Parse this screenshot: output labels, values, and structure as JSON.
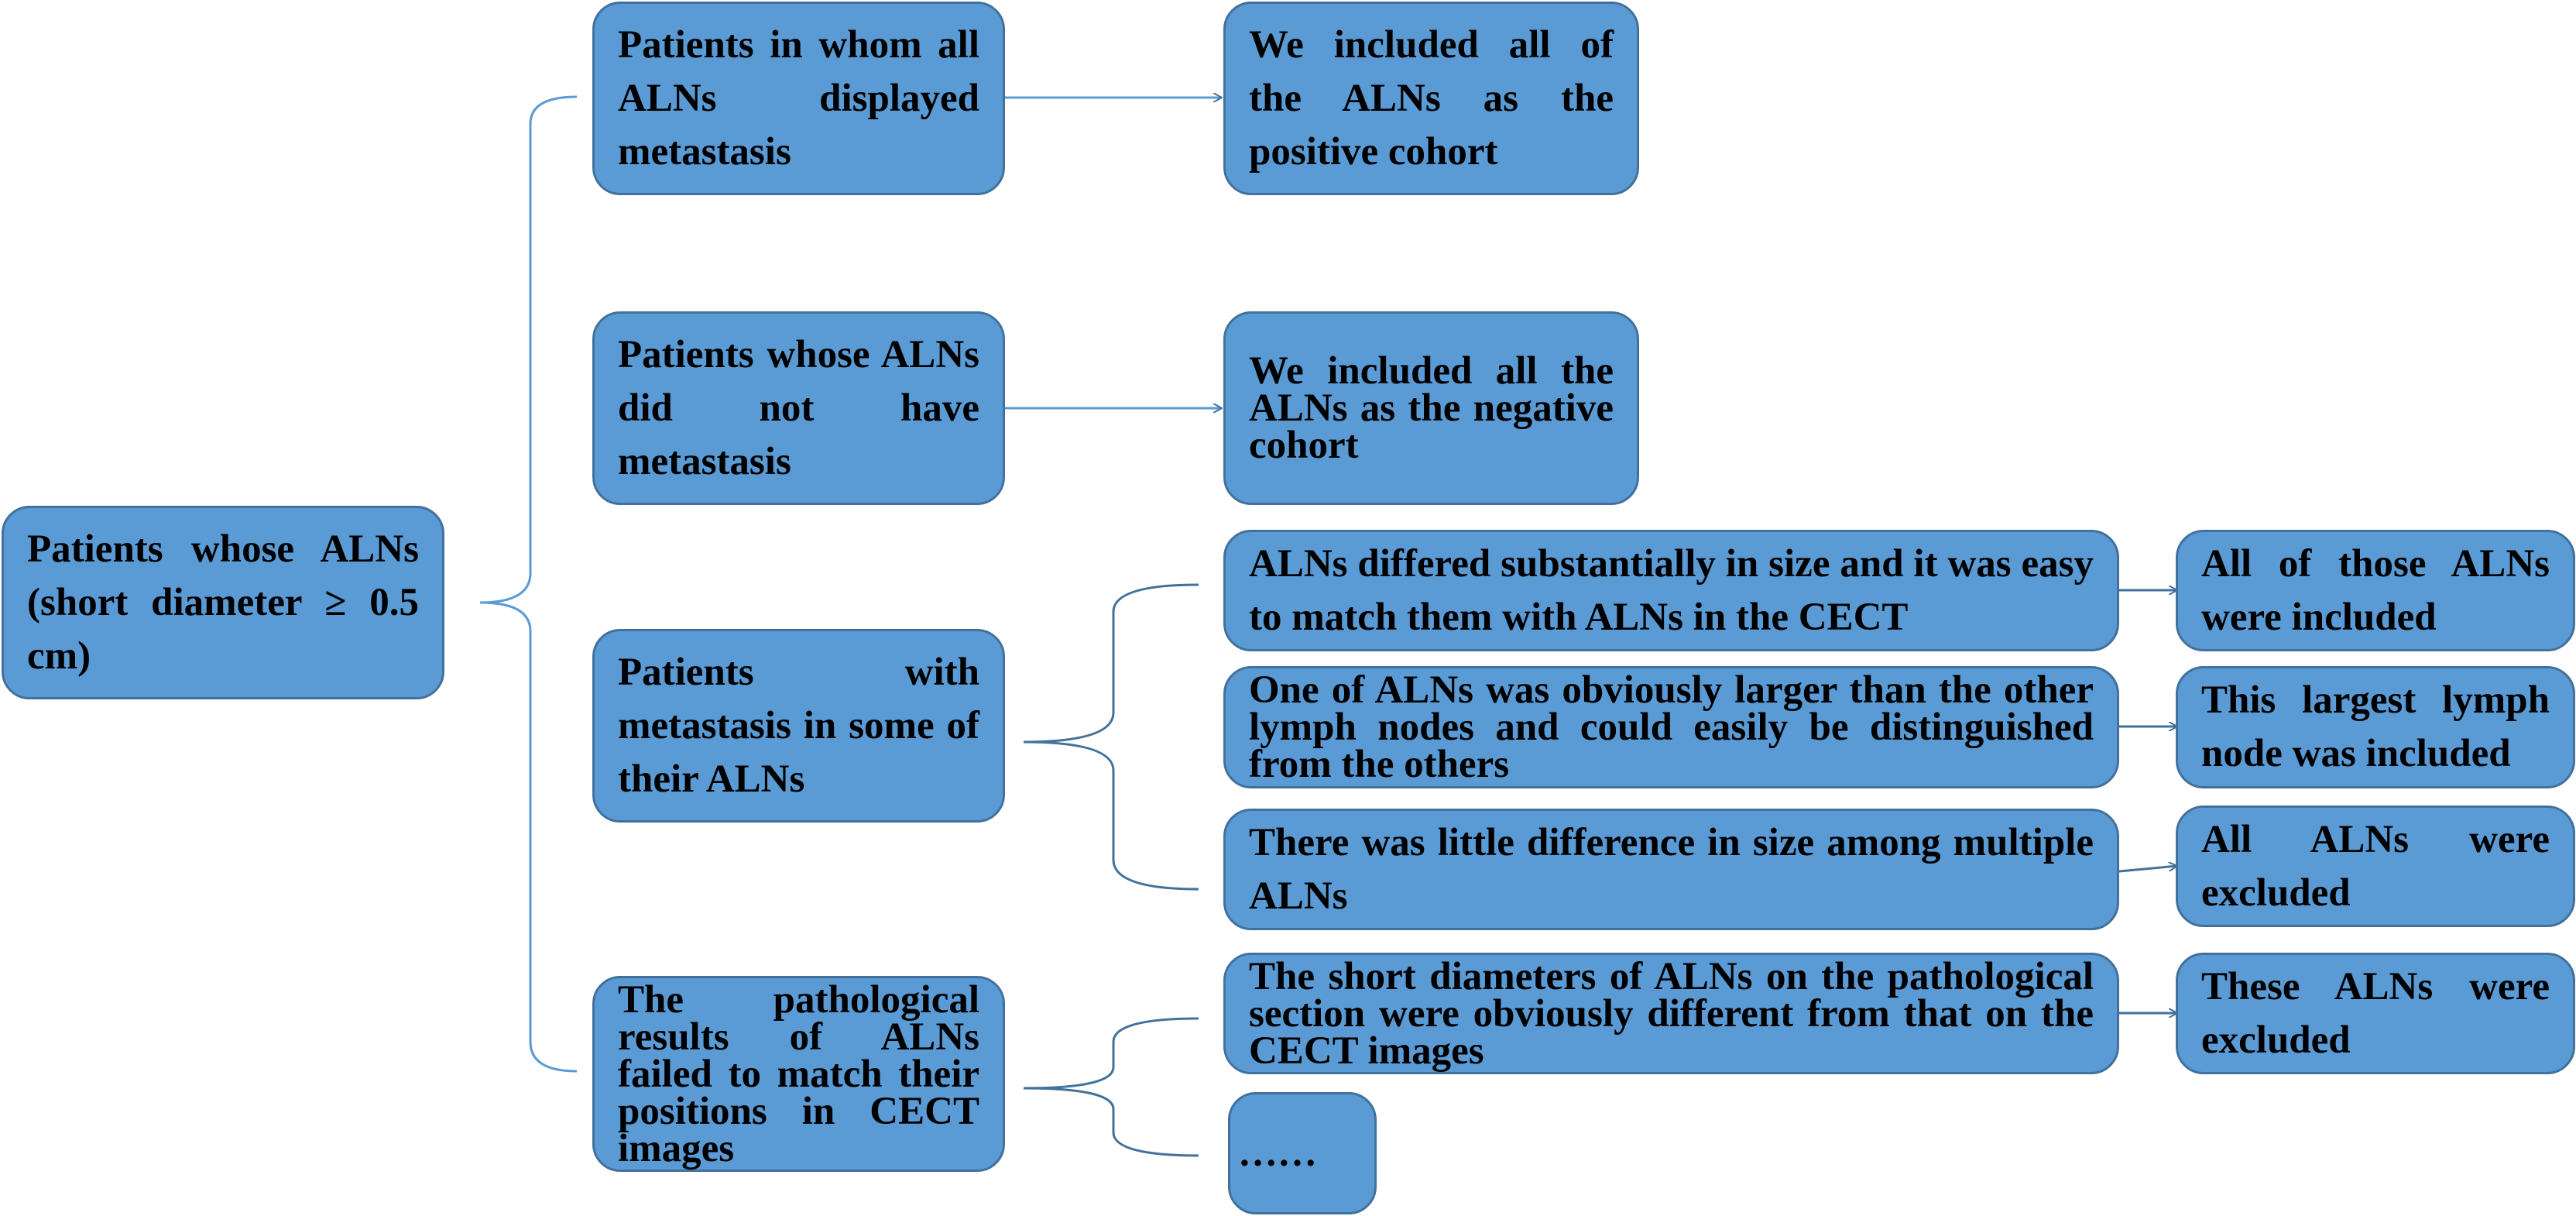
{
  "root": {
    "text": "Patients whose ALNs (short diameter ≥ 0.5 cm)"
  },
  "categories": [
    {
      "text": "Patients in whom all ALNs displayed metastasis"
    },
    {
      "text": "Patients whose ALNs did not have metastasis"
    },
    {
      "text": "Patients with metastasis in some of their ALNs"
    },
    {
      "text": "The pathological results of ALNs failed to match their positions in CECT images"
    }
  ],
  "cohorts": [
    {
      "text": "We included all of the ALNs as the positive cohort"
    },
    {
      "text": "We included all the ALNs as the negative cohort"
    }
  ],
  "conditions": [
    {
      "text": "ALNs differed substantially in size and it was easy to match them with ALNs in the CECT"
    },
    {
      "text": "One of ALNs was obviously larger than the other lymph nodes and could easily be distinguished from the others"
    },
    {
      "text": "There was little difference in size among multiple ALNs"
    },
    {
      "text": "The short diameters of ALNs on the pathological section were obviously different from that on the CECT images"
    },
    {
      "text": "……"
    }
  ],
  "outcomes": [
    {
      "text": "All of those ALNs were included"
    },
    {
      "text": "This largest lymph node was included"
    },
    {
      "text": "All ALNs were excluded"
    },
    {
      "text": "These ALNs were excluded"
    }
  ],
  "colors": {
    "box_fill": "#5b9bd5",
    "box_border": "#41719c",
    "connector": "#5b9bd5"
  }
}
